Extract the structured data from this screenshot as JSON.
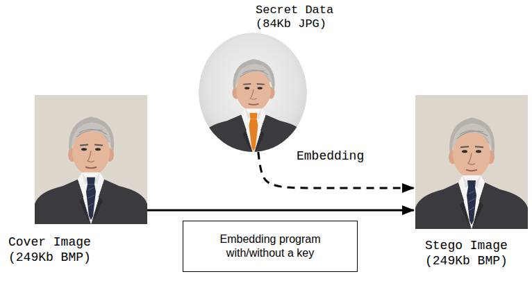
{
  "diagram": {
    "nodes": [
      {
        "text": [
          "Secret Data (84Kb JPG)"
        ]
      },
      {
        "text": [
          "Cover Image (249Kb BMP)"
        ]
      },
      {
        "text": [
          "Embedding program with/without a key"
        ]
      },
      {
        "text": [
          "Stego Image (249Kb BMP)"
        ]
      }
    ],
    "edges": [
      {
        "from": 1,
        "to": 3,
        "arrow": "to"
      },
      {
        "from": 0,
        "to": 3,
        "arrow": "to",
        "label": "Embedding"
      }
    ]
  }
}
